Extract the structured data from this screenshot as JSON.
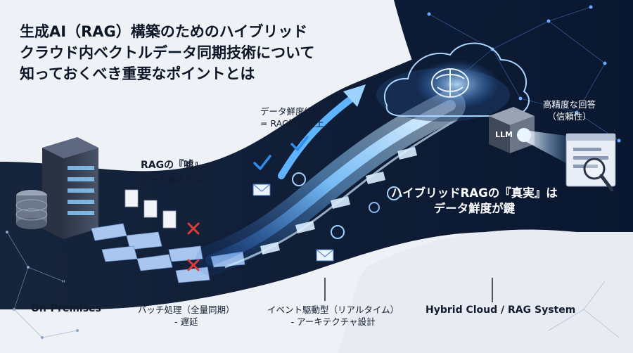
{
  "title": {
    "line1": "生成AI（RAG）構築のためのハイブリッド",
    "line2": "クラウド内ベクトルデータ同期技術について",
    "line3": "知っておくべき重要なポイントとは"
  },
  "labels": {
    "rag_lie_title": "RAGの『嘘』",
    "rag_lie_sub": "データ鮮度不足",
    "freshness_line1": "データ鮮度維持",
    "freshness_line2": "= RAG精度向上",
    "high_accuracy_line1": "高精度な回答",
    "high_accuracy_line2": "（信頼性）",
    "truth_line1": "ハイブリッドRAGの『真実』は",
    "truth_line2": "データ鮮度が鍵",
    "on_premises": "On-Premises",
    "batch_line1": "バッチ処理（全量同期）",
    "batch_line2": "- 遅延",
    "event_line1": "イベント駆動型（リアルタイム）",
    "event_line2": "- アーキテクチャ設計",
    "hybrid_cloud": "Hybrid Cloud / RAG System",
    "llm": "LLM"
  },
  "colors": {
    "dark_band": "#0b1a33",
    "glow_blue": "#5fb4ff",
    "error_red": "#e03a3a",
    "check_blue": "#2f8df0"
  },
  "icons": [
    "server-icon",
    "database-icon",
    "document-icon",
    "error-x-icon",
    "checkmark-icon",
    "envelope-icon",
    "sync-icon",
    "gear-icon",
    "cloud-icon",
    "brain-icon",
    "llm-chip-icon",
    "magnifier-icon",
    "browser-window-icon",
    "arrow-up-icon"
  ]
}
